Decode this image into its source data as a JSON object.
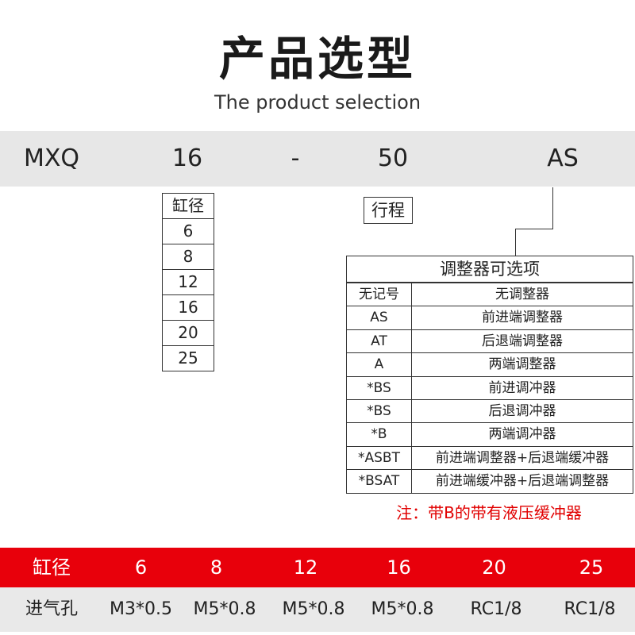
{
  "header": {
    "title": "产品选型",
    "subtitle": "The product selection"
  },
  "model": {
    "parts": [
      "MXQ",
      "16",
      "-",
      "50",
      "AS"
    ]
  },
  "bore_options": {
    "label": "缸径",
    "values": [
      "6",
      "8",
      "12",
      "16",
      "20",
      "25"
    ]
  },
  "stroke": {
    "label": "行程"
  },
  "adjuster": {
    "title": "调整器可选项",
    "rows": [
      {
        "code": "无记号",
        "desc": "无调整器"
      },
      {
        "code": "AS",
        "desc": "前进端调整器"
      },
      {
        "code": "AT",
        "desc": "后退端调整器"
      },
      {
        "code": "A",
        "desc": "两端调整器"
      },
      {
        "code": "*BS",
        "desc": "前进调冲器"
      },
      {
        "code": "*BS",
        "desc": "后退调冲器"
      },
      {
        "code": "*B",
        "desc": "两端调冲器"
      },
      {
        "code": "*ASBT",
        "desc": "前进端调整器+后退端缓冲器"
      },
      {
        "code": "*BSAT",
        "desc": "前进端缓冲器+后退端调整器"
      }
    ],
    "note": "注：带B的带有液压缓冲器"
  },
  "port_table": {
    "bore_label": "缸径",
    "bore_values": [
      "6",
      "8",
      "12",
      "16",
      "20",
      "25"
    ],
    "port_label": "进气孔",
    "port_values": [
      "M3*0.5",
      "M5*0.8",
      "M5*0.8",
      "M5*0.8",
      "RC1/8",
      "RC1/8"
    ]
  },
  "colors": {
    "accent_red": "#e8000b",
    "note_red": "#e10000",
    "bar_gray": "#e7e7e7"
  }
}
